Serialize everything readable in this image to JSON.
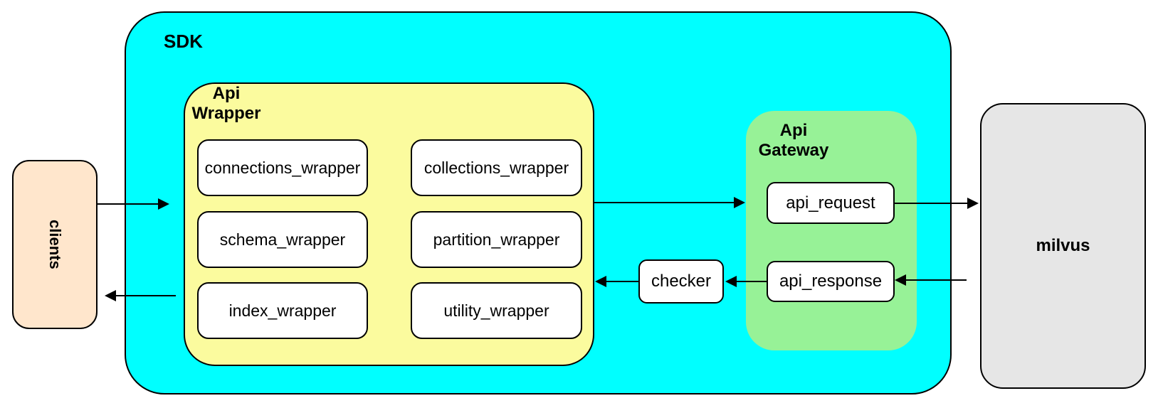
{
  "nodes": {
    "clients": {
      "label": "clients"
    },
    "sdk": {
      "label": "SDK"
    },
    "api_wrapper": {
      "title_line1": "Api",
      "title_line2": "Wrapper",
      "boxes": [
        {
          "label": "connections_wrapper"
        },
        {
          "label": "collections_wrapper"
        },
        {
          "label": "schema_wrapper"
        },
        {
          "label": "partition_wrapper"
        },
        {
          "label": "index_wrapper"
        },
        {
          "label": "utility_wrapper"
        }
      ]
    },
    "checker": {
      "label": "checker"
    },
    "api_gateway": {
      "title_line1": "Api",
      "title_line2": "Gateway",
      "boxes": [
        {
          "label": "api_request"
        },
        {
          "label": "api_response"
        }
      ]
    },
    "milvus": {
      "label": "milvus"
    }
  },
  "colors": {
    "sdk_fill": "#00ffff",
    "wrapper_fill": "#fbfb9e",
    "gateway_fill": "#97f297",
    "clients_fill": "#ffe6cc",
    "milvus_fill": "#e6e6e6",
    "node_fill": "#ffffff",
    "border": "#000000"
  }
}
